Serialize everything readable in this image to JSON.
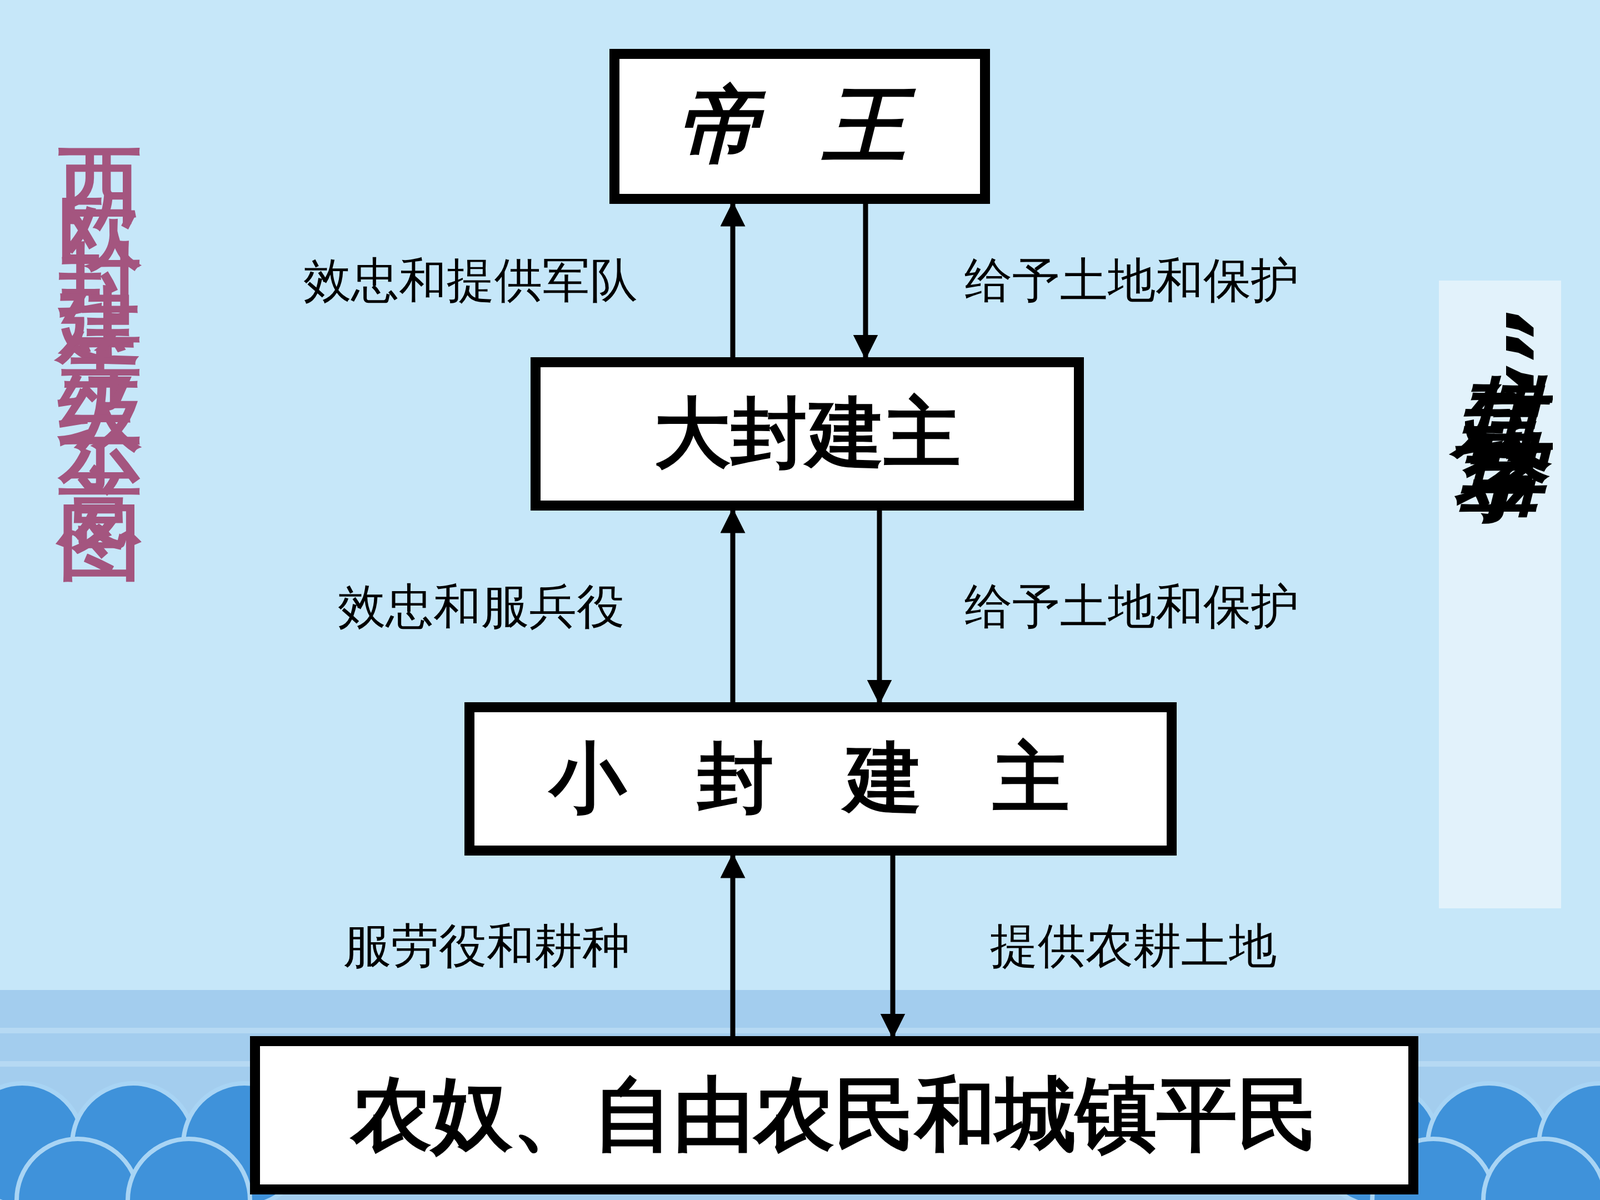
{
  "diagram": {
    "title": "西欧封建等级示意图",
    "nodes": [
      {
        "text": [
          "帝 王"
        ]
      },
      {
        "text": [
          "大封建主"
        ]
      },
      {
        "text": [
          "小 封 建 主"
        ]
      },
      {
        "text": [
          "农奴、自由农民和城镇平民"
        ]
      }
    ],
    "edges": [
      {
        "from": 1,
        "to": 0,
        "arrow": "to",
        "label": "效忠和提供军队"
      },
      {
        "from": 0,
        "to": 1,
        "arrow": "to",
        "label": "给予土地和保护"
      },
      {
        "from": 2,
        "to": 1,
        "arrow": "to",
        "label": "效忠和服兵役"
      },
      {
        "from": 1,
        "to": 2,
        "arrow": "to",
        "label": "给予土地和保护"
      },
      {
        "from": 3,
        "to": 2,
        "arrow": "to",
        "label": "服劳役和耕种"
      },
      {
        "from": 2,
        "to": 3,
        "arrow": "to",
        "label": "提供农耕土地"
      }
    ],
    "labels": [
      "封建“金字塔”"
    ]
  }
}
